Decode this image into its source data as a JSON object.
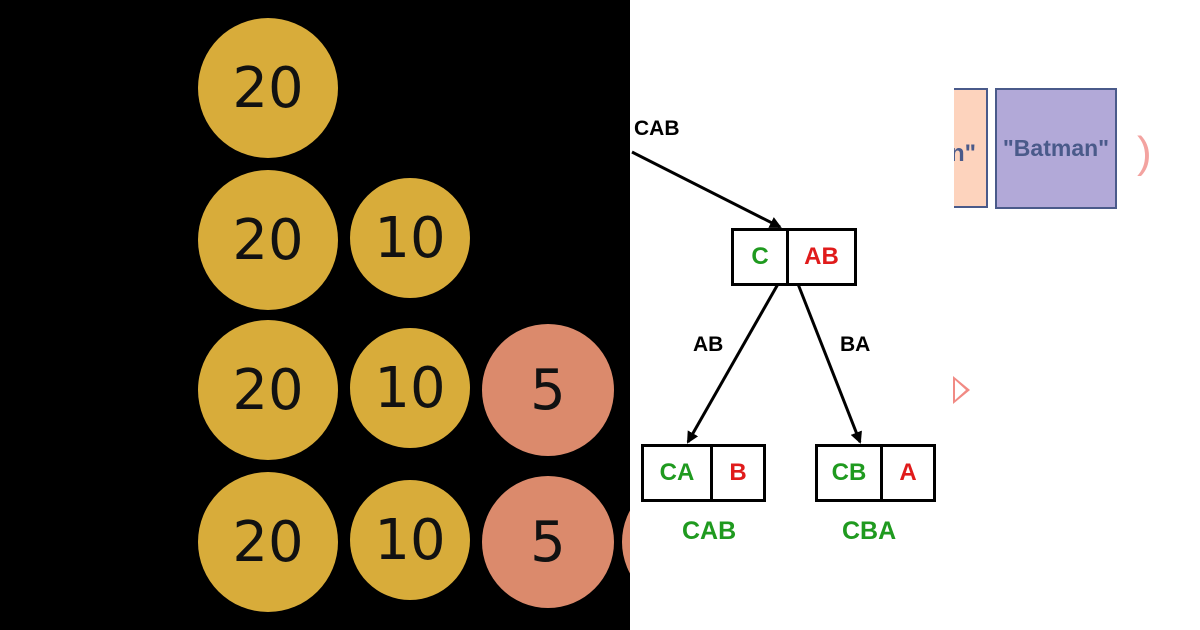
{
  "coins": {
    "row1": [
      "20"
    ],
    "row2": [
      "20",
      "10"
    ],
    "row3": [
      "20",
      "10",
      "5"
    ],
    "row4": [
      "20",
      "10",
      "5"
    ],
    "colors": {
      "gold": "#d8ac3a",
      "salmon": "#db8a6c",
      "background": "#000000"
    }
  },
  "tree": {
    "root_label": "CAB",
    "root": {
      "fixed": "C",
      "rest": "AB"
    },
    "left_edge_label": "AB",
    "right_edge_label": "BA",
    "left_child": {
      "fixed": "CA",
      "rest": "B",
      "result": "CAB"
    },
    "right_child": {
      "fixed": "CB",
      "rest": "A",
      "result": "CBA"
    },
    "colors": {
      "fixed": "#1f9a1f",
      "rest": "#e01b1b"
    }
  },
  "list_fragment": {
    "partial_item": "n\"",
    "item": "\"Batman\"",
    "close_paren": ")",
    "colors": {
      "peach": "#fdd3bd",
      "purple": "#b2a9d8",
      "text": "#4a5a8a",
      "paren": "#f3a3a0"
    }
  }
}
